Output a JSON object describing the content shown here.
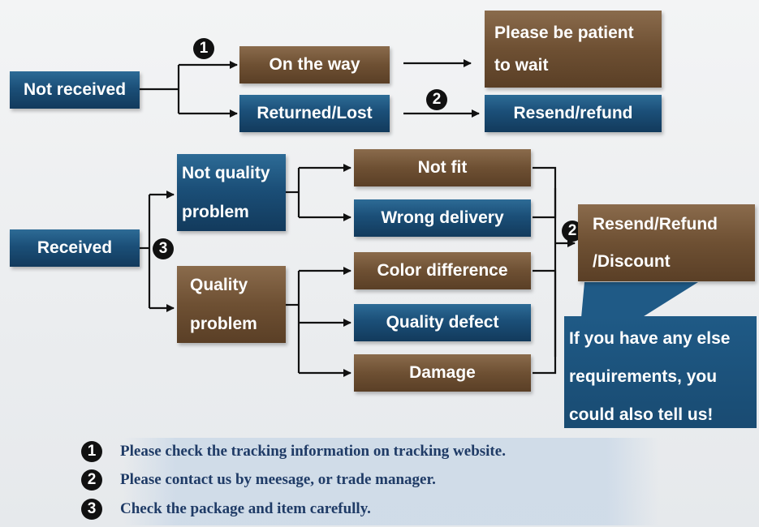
{
  "nodes": {
    "not_received": "Not received",
    "on_the_way": "On the way",
    "returned_lost": "Returned/Lost",
    "please_wait_1": "Please be patient",
    "please_wait_2": "to wait",
    "resend_refund": "Resend/refund",
    "received": "Received",
    "not_quality_1": "Not quality",
    "not_quality_2": "problem",
    "quality_1": "Quality",
    "quality_2": "problem",
    "not_fit": "Not fit",
    "wrong_delivery": "Wrong delivery",
    "color_difference": "Color difference",
    "quality_defect": "Quality defect",
    "damage": "Damage",
    "resend_refund_discount_1": "Resend/Refund",
    "resend_refund_discount_2": "/Discount"
  },
  "callout": {
    "line1": "If you have any else",
    "line2": "requirements, you",
    "line3": "could also tell us!"
  },
  "markers": {
    "one": "1",
    "two": "2",
    "three": "3"
  },
  "notes": [
    {
      "marker": "1",
      "text": "Please check the tracking information on tracking website."
    },
    {
      "marker": "2",
      "text": "Please contact us by meesage, or trade manager."
    },
    {
      "marker": "3",
      "text": "Check the package and item carefully."
    }
  ],
  "colors": {
    "blue": "#1b4f78",
    "brown": "#6e5033",
    "note_text": "#1f3b66"
  }
}
